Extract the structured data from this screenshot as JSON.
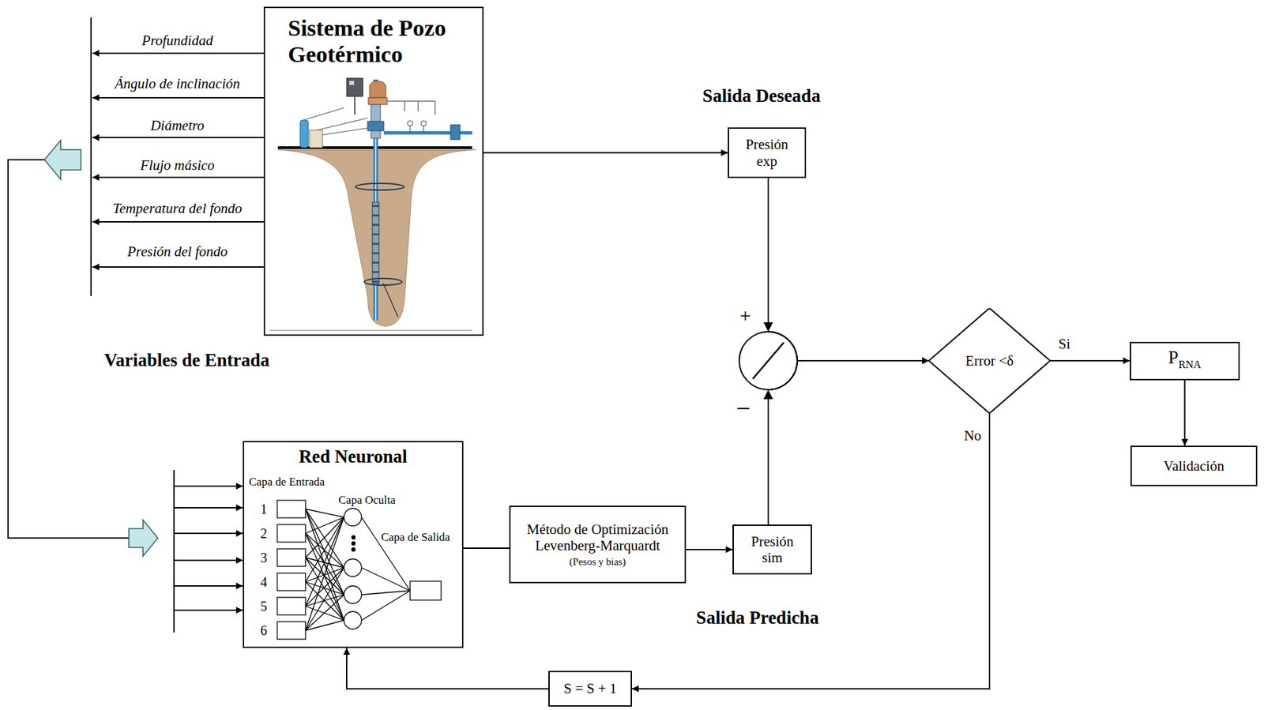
{
  "diagram": {
    "nodes": [
      {
        "text": [
          "Sistema de Pozo Geotérmico"
        ]
      },
      {
        "text": [
          "Presión exp"
        ]
      },
      {
        "text": [
          "Error <δ"
        ]
      },
      {
        "text": [
          "P",
          "RNA"
        ]
      },
      {
        "text": [
          "Validación"
        ]
      },
      {
        "text": [
          "Red Neuronal"
        ]
      },
      {
        "text": [
          "Método de Optimización Levenberg-Marquardt",
          "(Pesos y bias)"
        ]
      },
      {
        "text": [
          "Presión sim"
        ]
      },
      {
        "text": [
          "S = S + 1"
        ]
      }
    ],
    "edges": [
      {
        "from": 0,
        "to": 1,
        "arrow": "to"
      },
      {
        "from": 1,
        "to": 2,
        "arrow": "to"
      },
      {
        "from": 7,
        "to": 2,
        "arrow": "to"
      },
      {
        "from": 2,
        "to": 3,
        "label": "Si",
        "arrow": "to"
      },
      {
        "from": 3,
        "to": 4,
        "arrow": "to"
      },
      {
        "from": 2,
        "to": 8,
        "label": "No",
        "arrow": "to"
      },
      {
        "from": 8,
        "to": 5,
        "arrow": "to"
      },
      {
        "from": 5,
        "to": 6,
        "arrow": "none"
      },
      {
        "from": 6,
        "to": 7,
        "arrow": "to"
      }
    ],
    "labels": [
      "Profundidad",
      "Ángulo de inclinación",
      "Diámetro",
      "Flujo másico",
      "Temperatura del fondo",
      "Presión del fondo",
      "Variables de Entrada",
      "Salida Deseada",
      "+",
      "–",
      "Capa de Entrada",
      "Capa Oculta",
      "Capa de Salida",
      "1",
      "2",
      "3",
      "4",
      "5",
      "6",
      "Salida Predicha"
    ]
  }
}
